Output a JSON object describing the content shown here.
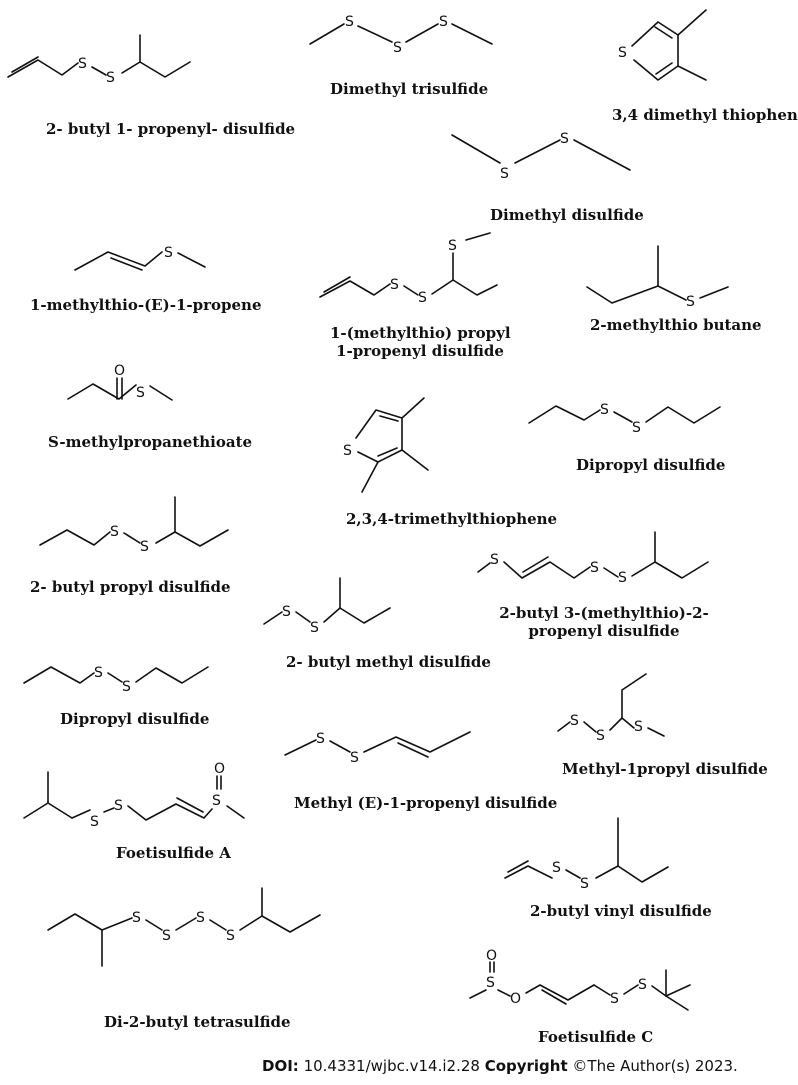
{
  "compounds": [
    {
      "name": "2- butyl 1- propenyl- disulfide"
    },
    {
      "name": "Dimethyl trisulfide"
    },
    {
      "name": "3,4 dimethyl thiophen"
    },
    {
      "name": "Dimethyl disulfide"
    },
    {
      "name": "1-methylthio-(E)-1-propene"
    },
    {
      "name_line1": "1-(methylthio) propyl",
      "name_line2": "1-propenyl disulfide"
    },
    {
      "name": "2-methylthio butane"
    },
    {
      "name": "S-methylpropanethioate"
    },
    {
      "name": "2,3,4-trimethylthiophene"
    },
    {
      "name": "Dipropyl disulfide"
    },
    {
      "name": "2- butyl propyl disulfide"
    },
    {
      "name_line1": "2-butyl 3-(methylthio)-2-",
      "name_line2": "propenyl disulfide"
    },
    {
      "name": "2- butyl methyl disulfide"
    },
    {
      "name": "Dipropyl disulfide"
    },
    {
      "name": "Methyl-1propyl disulfide"
    },
    {
      "name": "Methyl (E)-1-propenyl disulfide"
    },
    {
      "name": "Foetisulfide A"
    },
    {
      "name": "2-butyl vinyl disulfide"
    },
    {
      "name": "Di-2-butyl tetrasulfide"
    },
    {
      "name": "Foetisulfide C"
    }
  ],
  "atom_labels": {
    "sulfur": "S",
    "oxygen": "O"
  },
  "footer": {
    "doi_label": "DOI:",
    "doi_value": " 10.4331/wjbc.v14.i2.28 ",
    "copyright_label": "Copyright",
    "copyright_value": " ©The Author(s) 2023."
  }
}
